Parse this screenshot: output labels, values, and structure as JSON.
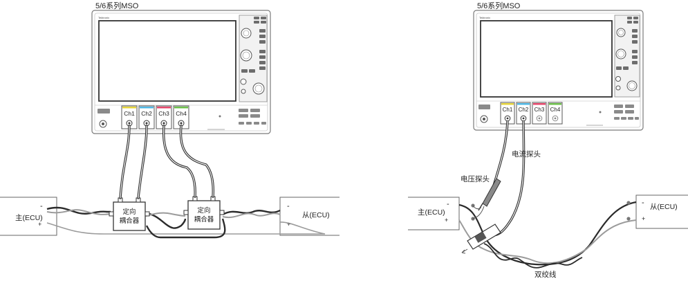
{
  "left_diagram": {
    "title": "5/6系列MSO",
    "scope_brand": "Tektronix",
    "channels": [
      "Ch1",
      "Ch2",
      "Ch3",
      "Ch4"
    ],
    "master_label": "主(ECU)",
    "slave_label": "从(ECU)",
    "coupler_label_line1": "定向",
    "coupler_label_line2": "耦合器",
    "minus": "-",
    "plus": "+"
  },
  "right_diagram": {
    "title": "5/6系列MSO",
    "scope_brand": "Tektronix",
    "channels": [
      "Ch1",
      "Ch2",
      "Ch3",
      "Ch4"
    ],
    "master_label": "主(ECU)",
    "slave_label": "从(ECU)",
    "voltage_probe_label": "电压探头",
    "current_probe_label": "电流探头",
    "twisted_pair_label": "双绞线",
    "minus": "-",
    "plus": "+"
  }
}
